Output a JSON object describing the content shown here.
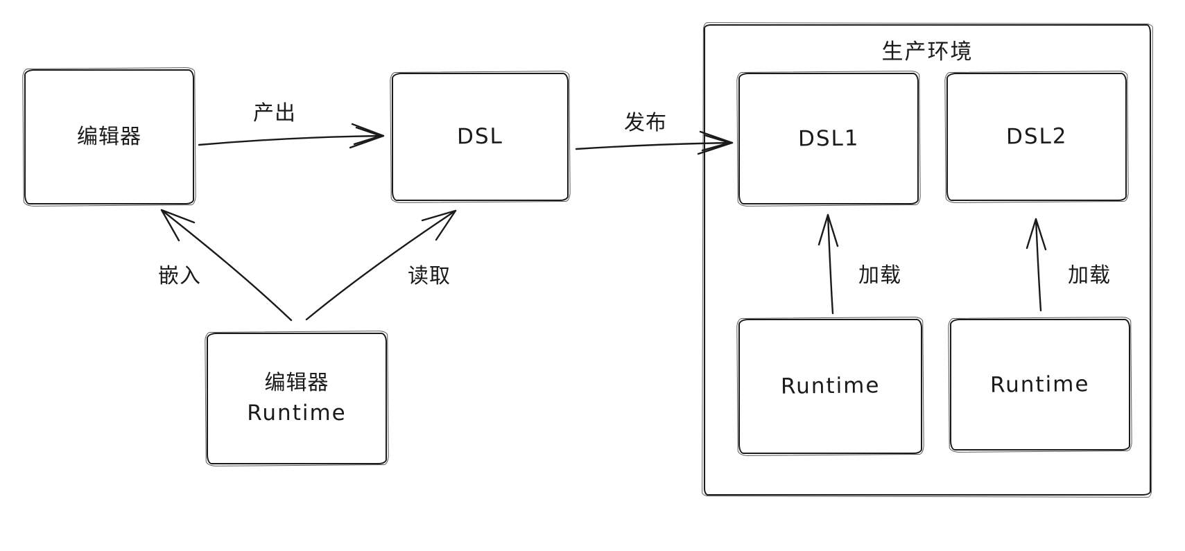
{
  "diagram": {
    "title": "DSL publishing flow diagram",
    "colors": {
      "ink": "#1a1a1a",
      "background": "#ffffff"
    },
    "nodes": {
      "editor": {
        "label": "编辑器"
      },
      "dsl": {
        "label": "DSL"
      },
      "editor_runtime": {
        "line1": "编辑器",
        "line2": "Runtime"
      },
      "production": {
        "label": "生产环境"
      },
      "dsl1": {
        "label": "DSL1"
      },
      "dsl2": {
        "label": "DSL2"
      },
      "runtime1": {
        "label": "Runtime"
      },
      "runtime2": {
        "label": "Runtime"
      }
    },
    "edge_labels": {
      "produce": "产出",
      "publish": "发布",
      "embed": "嵌入",
      "read": "读取",
      "load1": "加载",
      "load2": "加载"
    }
  }
}
